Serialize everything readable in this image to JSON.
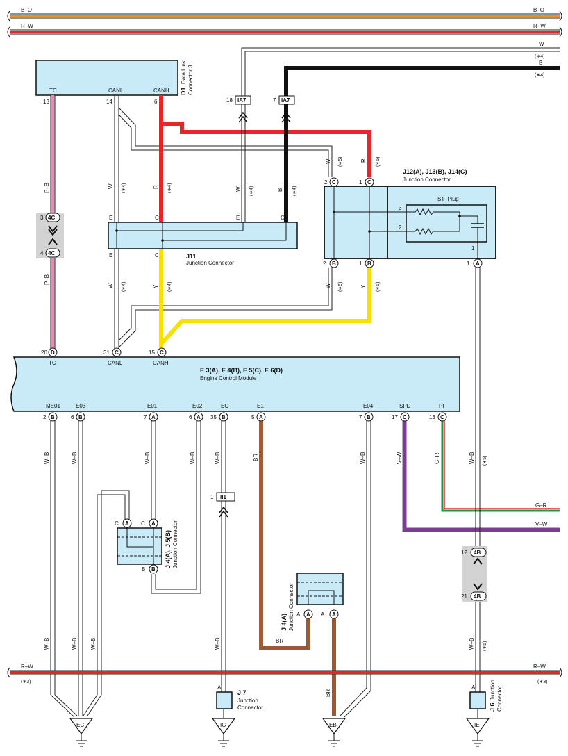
{
  "bus_labels": {
    "bo_left": "B–O",
    "bo_right": "B–O",
    "rw_top_left": "R–W",
    "rw_top_right": "R–W",
    "w_right": "W",
    "w_note": "(∗4)",
    "b_right": "B",
    "b_note": "(∗4)",
    "rw_bottom_left": "R–W",
    "rw_bottom_left_note": "(∗3)",
    "rw_bottom_right": "R–W",
    "rw_bottom_right_note": "(∗3)"
  },
  "data_link": {
    "id": "D1",
    "name_line1": "Data Link",
    "name_line2": "Connector 3",
    "tc": "TC",
    "canl": "CANL",
    "canh": "CANH",
    "pin_tc": "13",
    "pin_canl": "14",
    "pin_canh": "6"
  },
  "ia7": {
    "label": "IA7",
    "pin_left": "18",
    "pin_right": "7"
  },
  "j11": {
    "id": "J11",
    "name": "Junction Connector",
    "top_left": "E",
    "top_mid": "C",
    "top_right1": "E",
    "top_right2": "C",
    "bot_left": "E",
    "bot_mid": "C"
  },
  "j12": {
    "title": "J12(A), J13(B), J14(C)",
    "name": "Junction Connector",
    "stplug": "ST–Plug",
    "pin_c2": "2",
    "pin_c1": "1",
    "pin_b2": "2",
    "pin_b1": "1",
    "pin_a1": "1",
    "pin3": "3",
    "pin2": "2",
    "pin1": "1",
    "letter_c": "C",
    "letter_b": "B",
    "letter_a": "A"
  },
  "wire_labels": {
    "pb1": "P–B",
    "pb2": "P–B",
    "w1": "W",
    "w1n": "(∗4)",
    "r1": "R",
    "r1n": "(∗4)",
    "w2": "W",
    "w2n": "(∗4)",
    "b2": "B",
    "b2n": "(∗4)",
    "w3": "W",
    "w3n": "(∗5)",
    "r3": "R",
    "r3n": "(∗5)",
    "w4": "W",
    "w4n": "(∗4)",
    "y4": "Y",
    "y4n": "(∗4)",
    "w5": "W",
    "w5n": "(∗5)",
    "y5": "Y",
    "y5n": "(∗5)"
  },
  "connector_4c": {
    "label": "4C",
    "pin_top": "3",
    "pin_bot": "4"
  },
  "ecm": {
    "title": "E 3(A), E 4(B), E 5(C), E 6(D)",
    "name": "Engine Control Module",
    "top_pins": [
      {
        "num": "20",
        "letter": "D",
        "label": "TC"
      },
      {
        "num": "31",
        "letter": "C",
        "label": "CANL"
      },
      {
        "num": "15",
        "letter": "C",
        "label": "CANH"
      }
    ],
    "bottom_pins": [
      {
        "num": "2",
        "letter": "B",
        "label": "ME01"
      },
      {
        "num": "6",
        "letter": "B",
        "label": "E03"
      },
      {
        "num": "7",
        "letter": "A",
        "label": "E01"
      },
      {
        "num": "6",
        "letter": "A",
        "label": "E02"
      },
      {
        "num": "35",
        "letter": "B",
        "label": "EC"
      },
      {
        "num": "5",
        "letter": "A",
        "label": "E1"
      },
      {
        "num": "7",
        "letter": "B",
        "label": "E04"
      },
      {
        "num": "17",
        "letter": "C",
        "label": "SPD"
      },
      {
        "num": "13",
        "letter": "C",
        "label": "PI"
      }
    ]
  },
  "lower_wires": {
    "wb1": "W–B",
    "wb2": "W–B",
    "wb3": "W–B",
    "wb4": "W–B",
    "wb5": "W–B",
    "br1": "BR",
    "wb6": "W–B",
    "vw": "V–W",
    "gr": "G–R",
    "wb7": "W–B",
    "wb7n": "(∗5)",
    "gr_right": "G–R",
    "vw_right": "V–W",
    "wb_b1": "W–B",
    "wb_b2": "W–B",
    "wb_b3": "W–B",
    "wb_b4": "W–B",
    "br_b": "BR",
    "br_mid": "BR",
    "wb_b5": "W–B",
    "wb_b5n": "(∗5)"
  },
  "j4j5": {
    "name1": "J 4(A), J 5(B)",
    "name2": "Junction Connector",
    "pin_c": "C",
    "pin_a": "A",
    "pin_c2": "C",
    "pin_a2": "A",
    "pin_b": "B",
    "pin_b2": "B"
  },
  "ii1": {
    "label": "II1",
    "pin": "1"
  },
  "j4a": {
    "name1": "J 4(A)",
    "name2": "Junction Connector",
    "pin_a": "A",
    "pin_a2": "A",
    "pin_a3": "A",
    "pin_a4": "A"
  },
  "connector_4b": {
    "label": "4B",
    "pin_top": "12",
    "pin_bot": "21"
  },
  "j7": {
    "id": "J 7",
    "line1": "Junction",
    "line2": "Connector",
    "pin": "A"
  },
  "j6": {
    "id": "J 6",
    "line1": "Junction",
    "line2": "Connector",
    "pin": "A"
  },
  "grounds": {
    "ec": "EC",
    "ig": "IG",
    "eb": "EB",
    "ie": "IE"
  },
  "colors": {
    "box_fill": "#c9ebf8",
    "red": "#e8262a",
    "yellow": "#f7e000",
    "pink": "#e98ab4",
    "brown": "#9c5a34",
    "purple": "#7d3a98",
    "green": "#1a9a48",
    "orange": "#f0901a"
  }
}
